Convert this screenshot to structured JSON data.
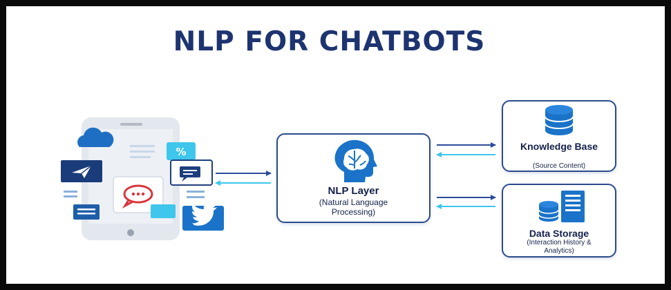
{
  "title": "NLP FOR CHATBOTS",
  "nlp_layer": {
    "name": "NLP Layer",
    "description": "(Natural Language Processing)",
    "icon": "head-brain-icon"
  },
  "knowledge_base": {
    "name": "Knowledge Base",
    "description": "(Source Content)",
    "icon": "database-icon"
  },
  "data_storage": {
    "name": "Data Storage",
    "description": "(Interaction History & Analytics)",
    "icon": "server-icon"
  },
  "colors": {
    "title": "#1d3470",
    "primary": "#2a4a8c",
    "arrow_dark": "#2c4c9a",
    "arrow_light": "#3ec6ec",
    "accent_blue": "#1a73c8",
    "chat_red": "#d9353a"
  }
}
